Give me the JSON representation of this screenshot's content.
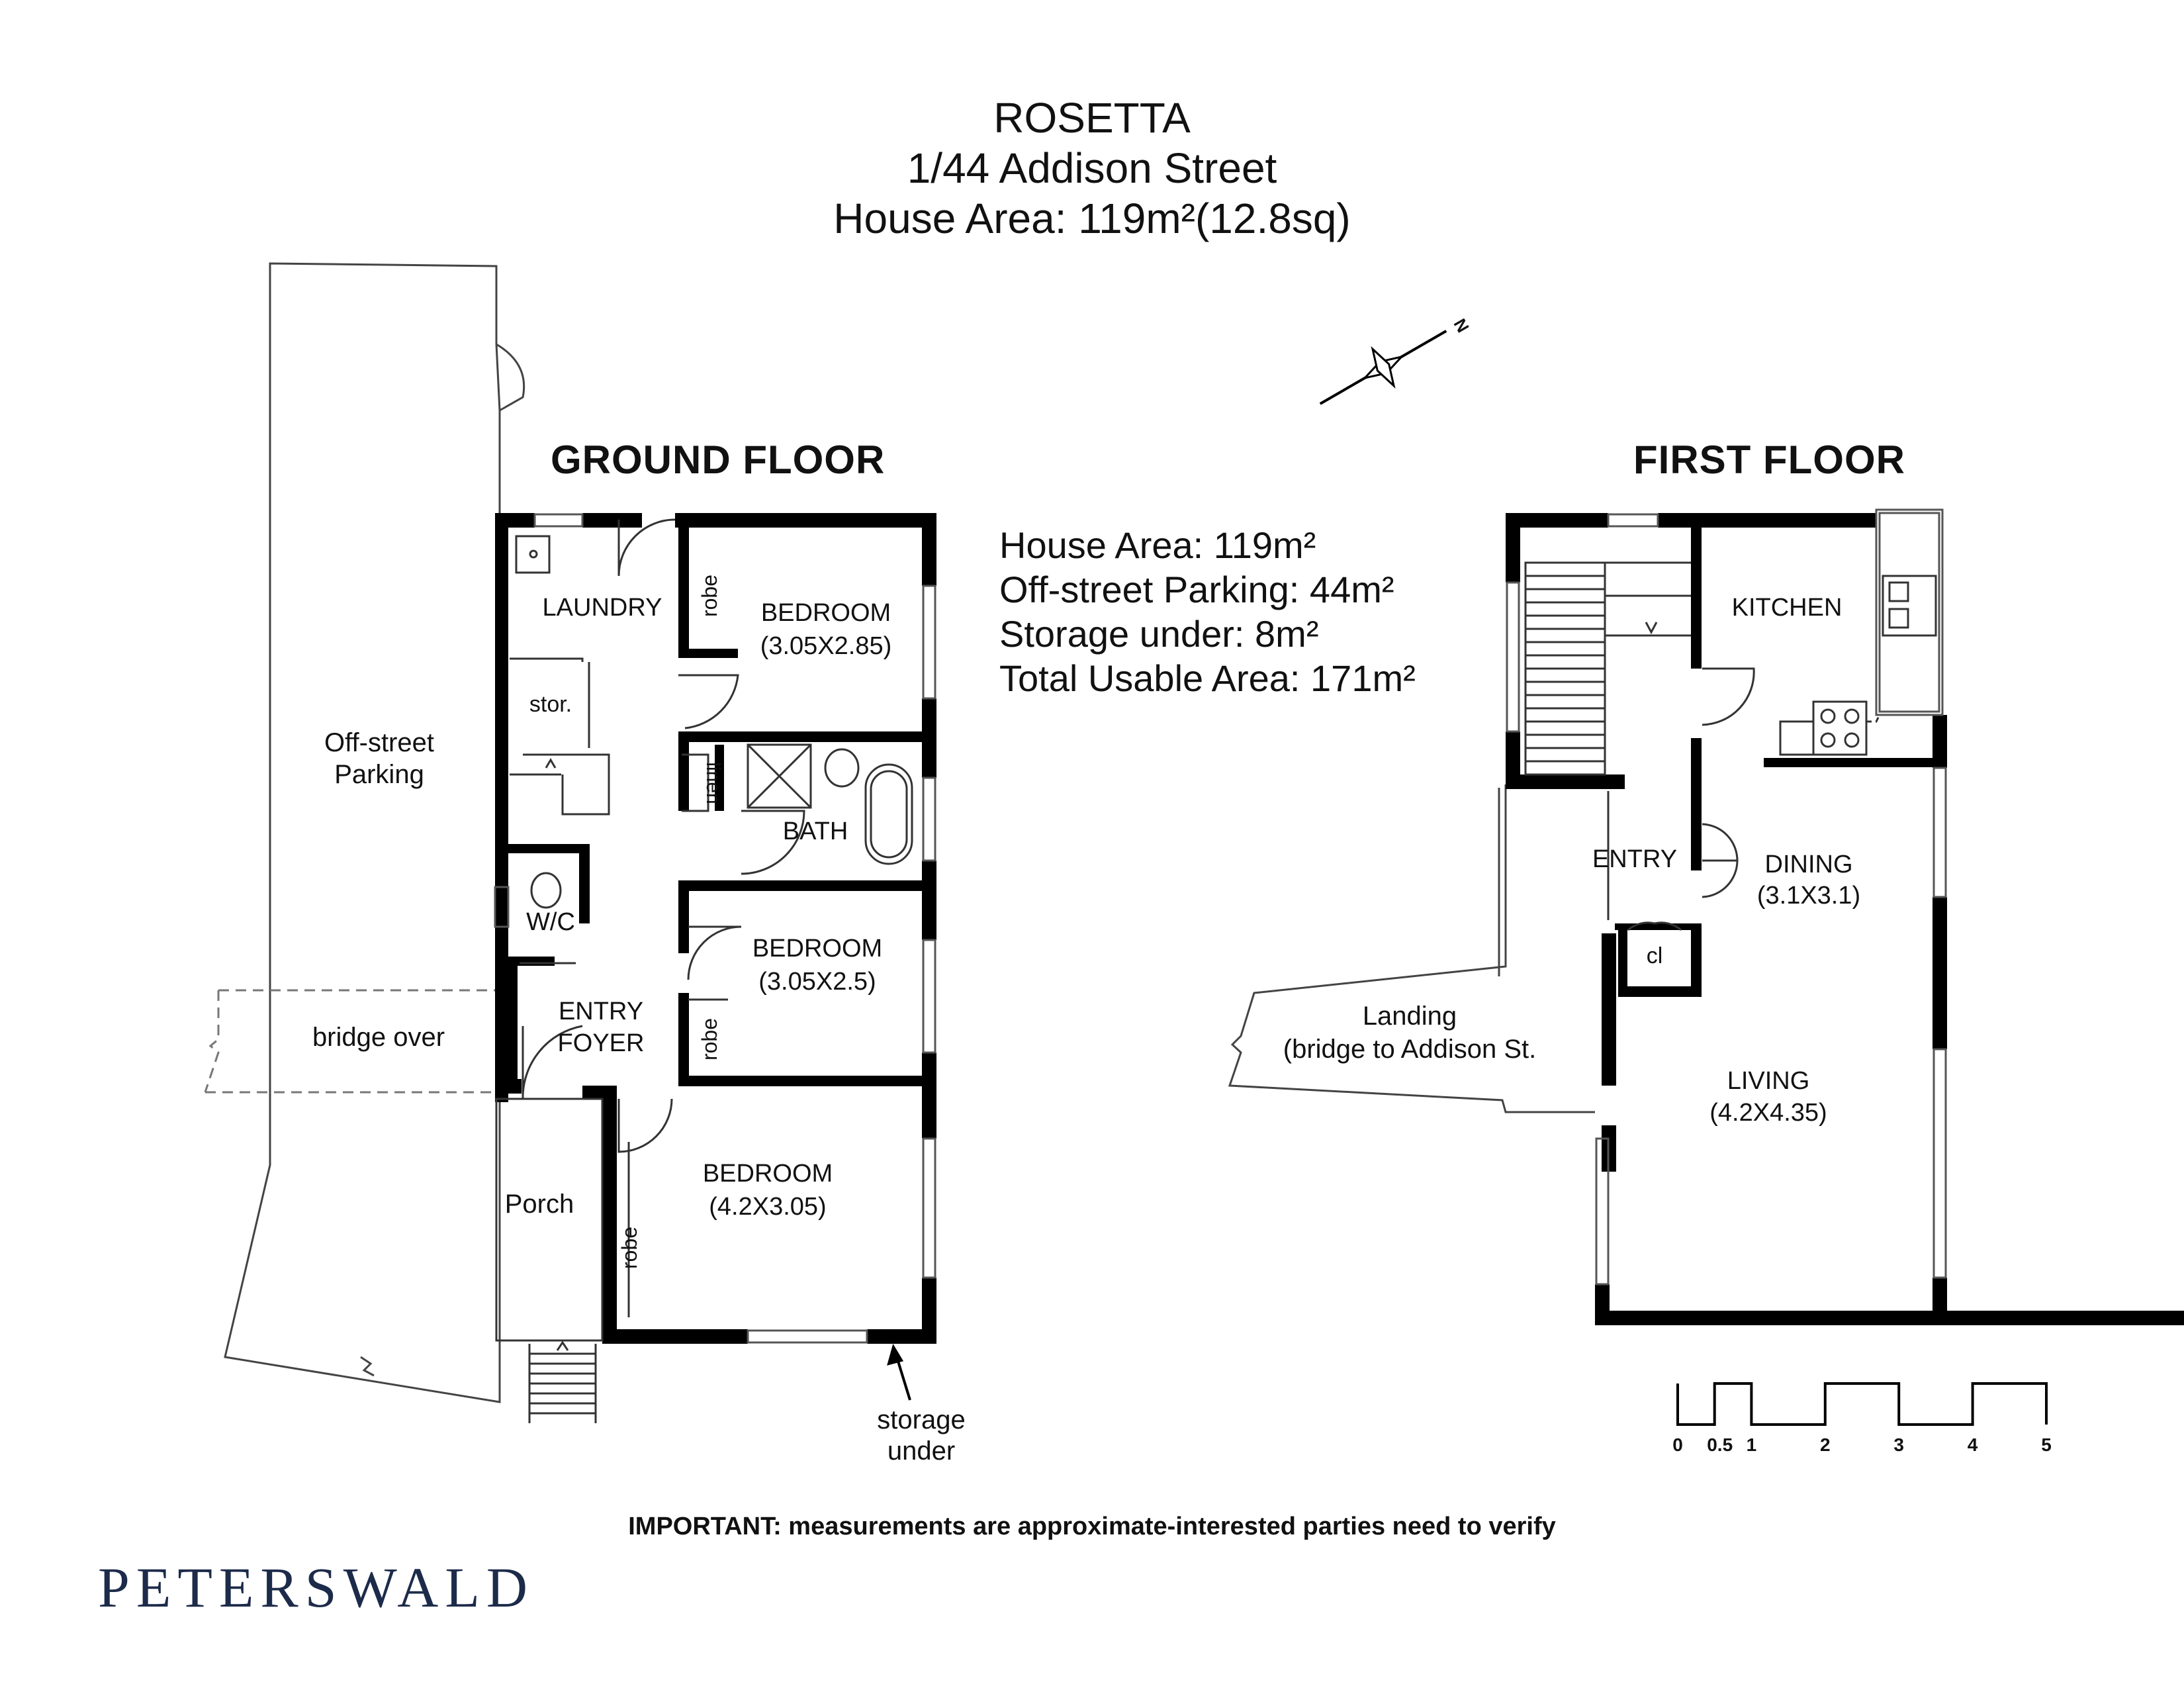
{
  "header": {
    "name": "ROSETTA",
    "address": "1/44 Addison Street",
    "house_area": "House Area: 119m²(12.8sq)"
  },
  "ground_floor": {
    "title": "GROUND FLOOR",
    "laundry": "LAUNDRY",
    "robe": "robe",
    "bedroom1": {
      "name": "BEDROOM",
      "size": "(3.05X2.85)"
    },
    "stor": "stor.",
    "linen": "linen",
    "bath": "BATH",
    "wc": "W/C",
    "bedroom2": {
      "name": "BEDROOM",
      "size": "(3.05X2.5)"
    },
    "entry_foyer": [
      "ENTRY",
      "FOYER"
    ],
    "bedroom3": {
      "name": "BEDROOM",
      "size": "(4.2X3.05)"
    },
    "porch": "Porch",
    "parking": [
      "Off-street",
      "Parking"
    ],
    "bridge": "bridge over",
    "storage_under": [
      "storage",
      "under"
    ]
  },
  "areas": {
    "house": "House Area: 119m²",
    "parking": "Off-street Parking: 44m²",
    "storage": "Storage under: 8m²",
    "total": "Total Usable Area: 171m²"
  },
  "first_floor": {
    "title": "FIRST FLOOR",
    "kitchen": "KITCHEN",
    "entry": "ENTRY",
    "dining": {
      "name": "DINING",
      "size": "(3.1X3.1)"
    },
    "cl": "cl",
    "living": {
      "name": "LIVING",
      "size": "(4.2X4.35)"
    },
    "landing": [
      "Landing",
      "(bridge to Addison St."
    ]
  },
  "compass": {
    "label": "N"
  },
  "scale": {
    "labels": [
      "0",
      "0.5",
      "1",
      "2",
      "3",
      "4",
      "5"
    ],
    "values": [
      0,
      0.5,
      1,
      2,
      3,
      4,
      5
    ],
    "unit_max": 5
  },
  "footer": {
    "disclaimer": "IMPORTANT: measurements are approximate-interested parties need to verify",
    "brand": "PETERSWALD"
  }
}
